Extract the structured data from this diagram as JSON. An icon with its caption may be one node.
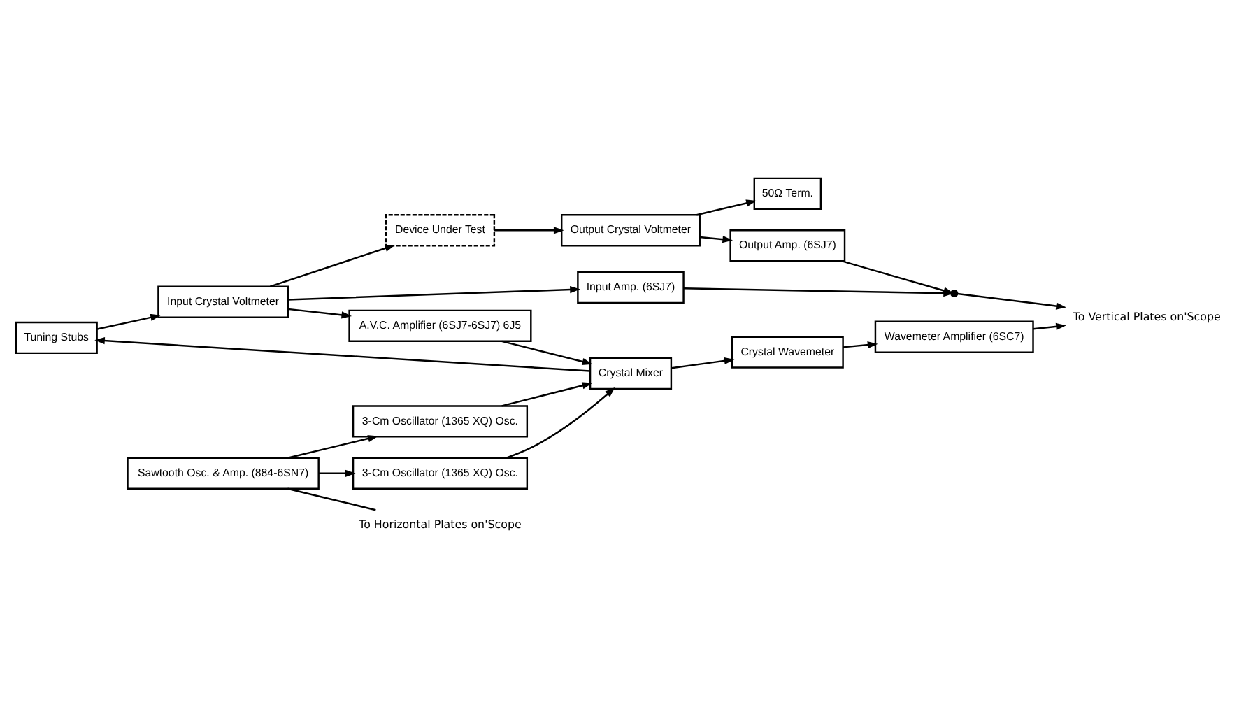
{
  "diagram": {
    "nodes": [
      {
        "text": [
          "Tuning Stubs"
        ]
      },
      {
        "text": [
          "Input Crystal Voltmeter"
        ]
      },
      {
        "text": [
          "Device Under Test"
        ]
      },
      {
        "text": [
          "Output Crystal Voltmeter"
        ]
      },
      {
        "text": [
          "50Ω Term."
        ]
      },
      {
        "text": [
          "Output Amp. (6SJ7)"
        ]
      },
      {
        "text": [
          "Crystal Wavemeter"
        ]
      },
      {
        "text": [
          "3-Cm Oscillator (1365 XQ) Osc."
        ]
      },
      {
        "text": [
          "Crystal Mixer"
        ]
      },
      {
        "text": [
          "3-Cm Oscillator (1365 XQ) Osc."
        ]
      },
      {
        "text": [
          "Input Amp. (6SJ7)"
        ]
      },
      {
        "text": [
          "A.V.C. Amplifier (6SJ7-6SJ7) 6J5"
        ]
      },
      {
        "text": [
          "Sawtooth Osc. & Amp. (884-6SN7)"
        ]
      },
      {
        "text": [
          "Wavemeter Amplifier (6SC7)"
        ]
      },
      {
        "text": [],
        "shape": "switch"
      },
      {
        "text": [
          "To Vertical Plates on'Scope"
        ]
      },
      {
        "text": [
          "To Horizontal Plates on'Scope"
        ]
      }
    ],
    "edges": [
      {
        "from": 8,
        "to": 0,
        "arrow": "to"
      },
      {
        "from": 8,
        "to": 6,
        "arrow": "to"
      },
      {
        "from": 0,
        "to": 1,
        "arrow": "to"
      },
      {
        "from": 1,
        "to": 2,
        "arrow": "to"
      },
      {
        "from": 2,
        "to": 3,
        "arrow": "to"
      },
      {
        "from": 3,
        "to": 4,
        "arrow": "to"
      },
      {
        "from": 3,
        "to": 5,
        "arrow": "to"
      },
      {
        "from": 1,
        "to": 10,
        "arrow": "to"
      },
      {
        "from": 1,
        "to": 11,
        "arrow": "to"
      },
      {
        "from": 6,
        "to": 13,
        "arrow": "to"
      },
      {
        "from": 7,
        "to": 8,
        "arrow": "to"
      },
      {
        "from": 9,
        "to": 8,
        "arrow": "to"
      },
      {
        "from": 11,
        "to": 8,
        "arrow": "to"
      },
      {
        "from": 12,
        "to": 7,
        "arrow": "to"
      },
      {
        "from": 12,
        "to": 9,
        "arrow": "to"
      },
      {
        "from": 12,
        "to": 16,
        "arrow": "none"
      },
      {
        "from": 10,
        "to": 14,
        "arrow": "to"
      },
      {
        "from": 5,
        "to": 14,
        "arrow": "to"
      },
      {
        "from": 14,
        "to": 15,
        "arrow": "to"
      },
      {
        "from": 13,
        "to": 15,
        "arrow": "to"
      }
    ]
  }
}
